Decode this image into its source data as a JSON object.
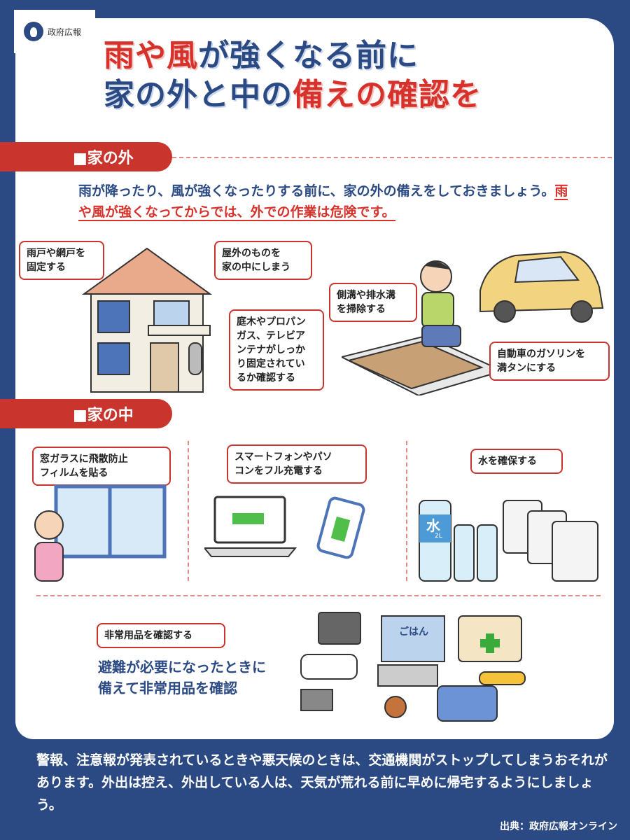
{
  "logo": {
    "text": "政府広報"
  },
  "title": {
    "l1a": "雨や風",
    "l1b": "が強くなる前に",
    "l2a": "家の外と中の",
    "l2b": "備えの確認を"
  },
  "outside": {
    "header": "■家の外",
    "lead_plain": "雨が降ったり、風が強くなったりする前に、家の外の備えをしておきましょう。",
    "lead_red": "雨や風が強くなってからでは、外での作業は危険です。",
    "callouts": {
      "shutter": "雨戸や網戸を\n固定する",
      "bring_in": "屋外のものを\n家の中にしまう",
      "secure": "庭木やプロパン\nガス、テレビア\nンテナがしっか\nり固定されてい\nるか確認する",
      "gutter": "側溝や排水溝\nを掃除する",
      "gasoline": "自動車のガソリンを\n満タンにする"
    }
  },
  "inside": {
    "header": "■家の中",
    "callouts": {
      "window": "窓ガラスに飛散防止\nフィルムを貼る",
      "charge": "スマートフォンやパソ\nコンをフル充電する",
      "water": "水を確保する",
      "emergency": "非常用品を確認する"
    },
    "water_label": "水",
    "water_size": "2L",
    "rice_label": "ごはん",
    "kit_text": "避難が必要になったときに\n備えて非常用品を確認"
  },
  "footer": {
    "text": "警報、注意報が発表されているときや悪天候のときは、交通機関がストップしてしまうおそれがあります。外出は控え、外出している人は、天気が荒れる前に早めに帰宅するようにしましょう。",
    "source": "出典：政府広報オンライン"
  },
  "colors": {
    "navy": "#2b4a83",
    "red": "#c9352d"
  }
}
